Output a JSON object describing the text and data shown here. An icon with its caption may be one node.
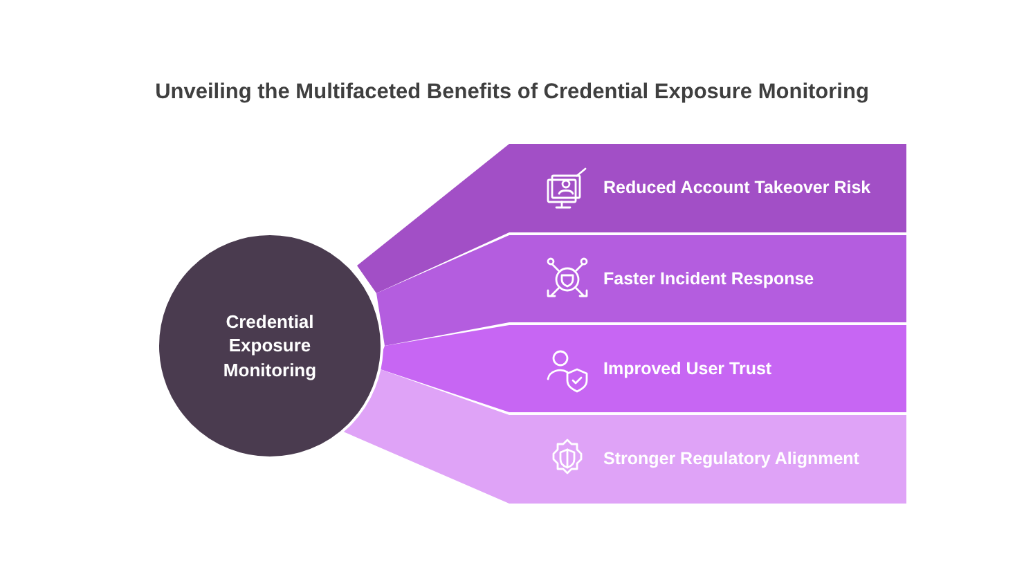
{
  "diagram": {
    "title": "Unveiling the Multifaceted Benefits of Credential Exposure Monitoring",
    "nodes": [
      {
        "text": [
          "Credential Exposure Monitoring"
        ]
      },
      {
        "text": [
          "Reduced Account Takeover Risk"
        ]
      },
      {
        "text": [
          "Faster Incident Response"
        ]
      },
      {
        "text": [
          "Improved User Trust"
        ]
      },
      {
        "text": [
          "Stronger Regulatory Alignment"
        ]
      }
    ]
  }
}
